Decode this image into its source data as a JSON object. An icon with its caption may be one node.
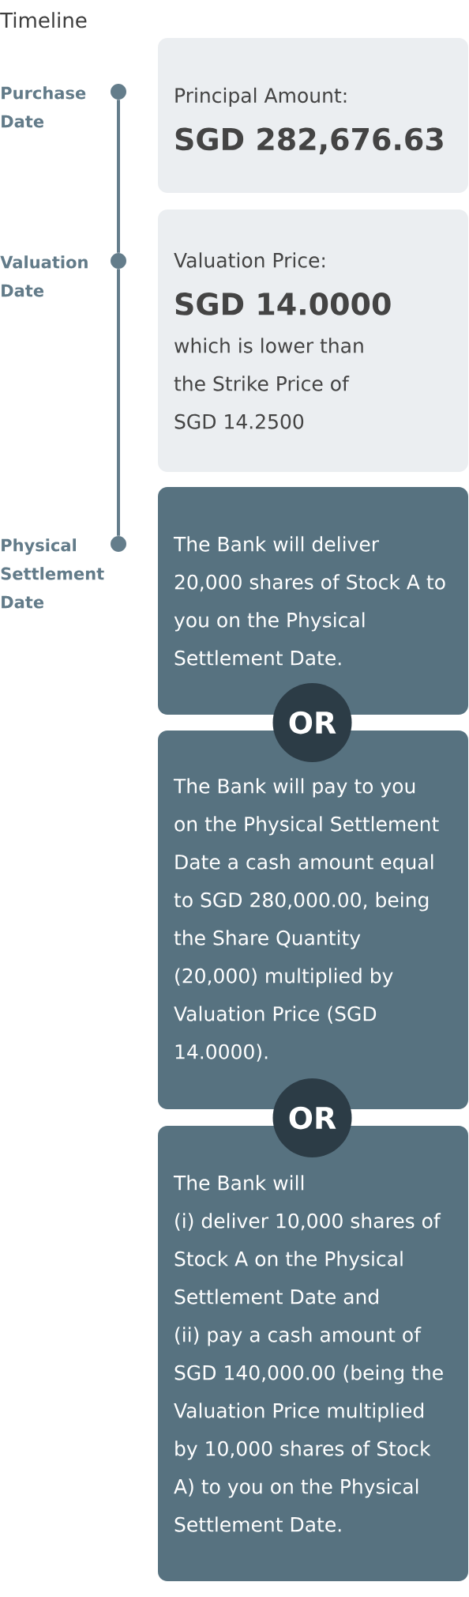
{
  "diagram": {
    "title": "Timeline",
    "nodes": [
      {
        "text": [],
        "shape": "circle",
        "beside": [
          "Purchase Date"
        ]
      },
      {
        "text": [
          "Principal Amount:",
          "SGD 282,676.63"
        ]
      },
      {
        "text": [],
        "shape": "circle",
        "beside": [
          "Valuation Date"
        ]
      },
      {
        "text": [
          "Valuation Price:",
          "SGD 14.0000",
          "which is lower than the Strike Price of SGD 14.2500"
        ]
      },
      {
        "text": [],
        "shape": "circle",
        "beside": [
          "Physical Settlement Date"
        ]
      },
      {
        "text": [
          "The Bank will deliver 20,000 shares of Stock A to you on the Physical Settlement Date."
        ]
      },
      {
        "text": [
          "OR"
        ]
      },
      {
        "text": [
          "The Bank will pay to you on the Physical Settlement Date a cash amount equal to SGD 280,000.00, being the Share Quantity (20,000) multiplied by Valuation Price (SGD 14.0000)."
        ]
      },
      {
        "text": [
          "OR"
        ]
      },
      {
        "text": [
          "The Bank will",
          "(i) deliver 10,000 shares of Stock A on the Physical Settlement Date and",
          "(ii) pay a cash amount of SGD 140,000.00 (being the Valuation Price multiplied by 10,000 shares of Stock A) to you on the Physical Settlement Date."
        ]
      }
    ],
    "edges": [
      {
        "from": 0,
        "to": 2,
        "arrow": "none"
      },
      {
        "from": 2,
        "to": 4,
        "arrow": "none"
      }
    ]
  }
}
